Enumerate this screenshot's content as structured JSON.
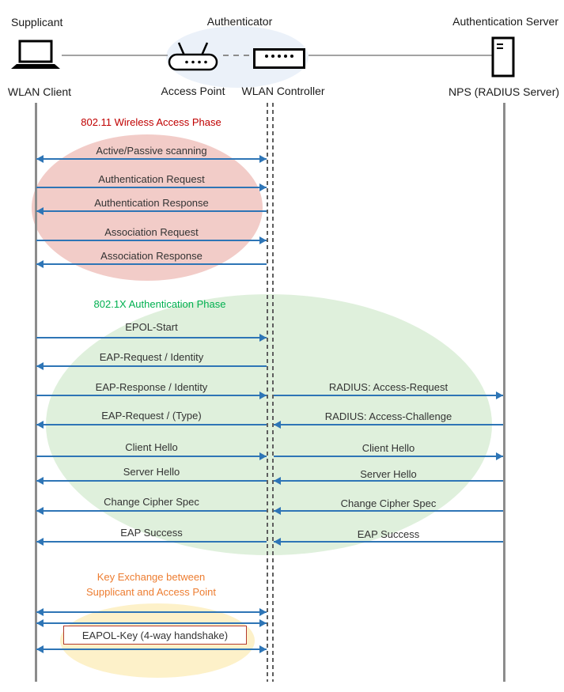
{
  "roles": [
    "Supplicant",
    "Authenticator",
    "Authentication Server"
  ],
  "devices": [
    "WLAN Client",
    "Access Point",
    "WLAN Controller",
    "NPS (RADIUS Server)"
  ],
  "phases": {
    "phase1": {
      "title": "802.11 Wireless Access Phase",
      "color": "#C00000"
    },
    "phase2": {
      "title": "802.1X Authentication Phase",
      "color": "#00B050"
    },
    "phase3": {
      "title_line1": "Key Exchange between",
      "title_line2": "Supplicant and Access Point",
      "color": "#ED7D31"
    }
  },
  "messages": {
    "left": [
      "Active/Passive scanning",
      "Authentication Request",
      "Authentication Response",
      "Association Request",
      "Association Response",
      "EPOL-Start",
      "EAP-Request / Identity",
      "EAP-Response / Identity",
      "EAP-Request / (Type)",
      "Client Hello",
      "Server Hello",
      "Change Cipher Spec",
      "EAP Success"
    ],
    "right": [
      "RADIUS: Access-Request",
      "RADIUS: Access-Challenge",
      "Client Hello",
      "Server Hello",
      "Change Cipher Spec",
      "EAP Success"
    ],
    "key_exchange_label": "EAPOL-Key (4-way handshake)"
  },
  "colors": {
    "arrow_blue": "#2E75B6",
    "lifeline_gray": "#8C8C8C",
    "ellipse_blue": "#EBF1F9",
    "ellipse_red": "#F2CCC8",
    "ellipse_green": "#DFF0DC",
    "ellipse_yellow": "#FDF1C9",
    "phase1_title": "#C00000",
    "phase2_title": "#00B050",
    "phase3_title": "#ED7D31"
  }
}
